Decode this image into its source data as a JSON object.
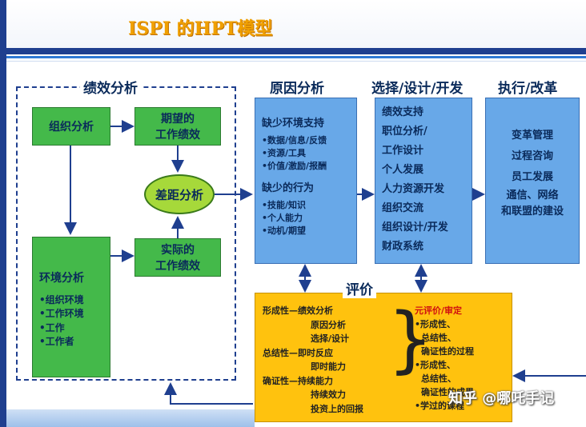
{
  "title": "ISPI 的HPT模型",
  "performance": {
    "heading": "绩效分析",
    "org_analysis": "组织分析",
    "expected": [
      "期望的",
      "工作绩效"
    ],
    "gap": "差距分析",
    "actual": [
      "实际的",
      "工作绩效"
    ],
    "env_title": "环境分析",
    "env_items": [
      "•组织环境",
      "•工作环境",
      "•工作",
      "•工作者"
    ]
  },
  "cause": {
    "heading": "原因分析",
    "env_title": "缺少环境支持",
    "env_items": [
      "•数据/信息/反馈",
      "•资源/工具",
      "•价值/激励/报酬"
    ],
    "beh_title": "缺少的行为",
    "beh_items": [
      "•技能/知识",
      "•个人能力",
      "•动机/期望"
    ]
  },
  "design": {
    "heading": "选择/设计/开发",
    "items": [
      "绩效支持",
      "职位分析/",
      "工作设计",
      "个人发展",
      "人力资源开发",
      "组织交流",
      "组织设计/开发",
      "财政系统"
    ]
  },
  "implement": {
    "heading": "执行/改革",
    "items": [
      "变革管理",
      "过程咨询",
      "员工发展",
      "通信、网络",
      "和联盟的建设"
    ]
  },
  "evaluation": {
    "heading": "评价",
    "left": [
      "形成性—绩效分析",
      "原因分析",
      "选择/设计",
      "总结性—即时反应",
      "即时能力",
      "确证性—持续能力",
      "持续效力",
      "投资上的回报"
    ],
    "meta_title": "元评价/审定",
    "meta_items": [
      "•形成性、",
      "总结性、",
      "确证性的过程",
      "•形成性、",
      "总结性、",
      "确证性的成果",
      "•学过的课程"
    ]
  },
  "watermark": "知乎 @哪吒手记",
  "colors": {
    "green": "#44b94a",
    "blue": "#68a8e8",
    "yellow": "#ffc20e",
    "navy": "#1f3f8f",
    "title": "#f0a000"
  }
}
